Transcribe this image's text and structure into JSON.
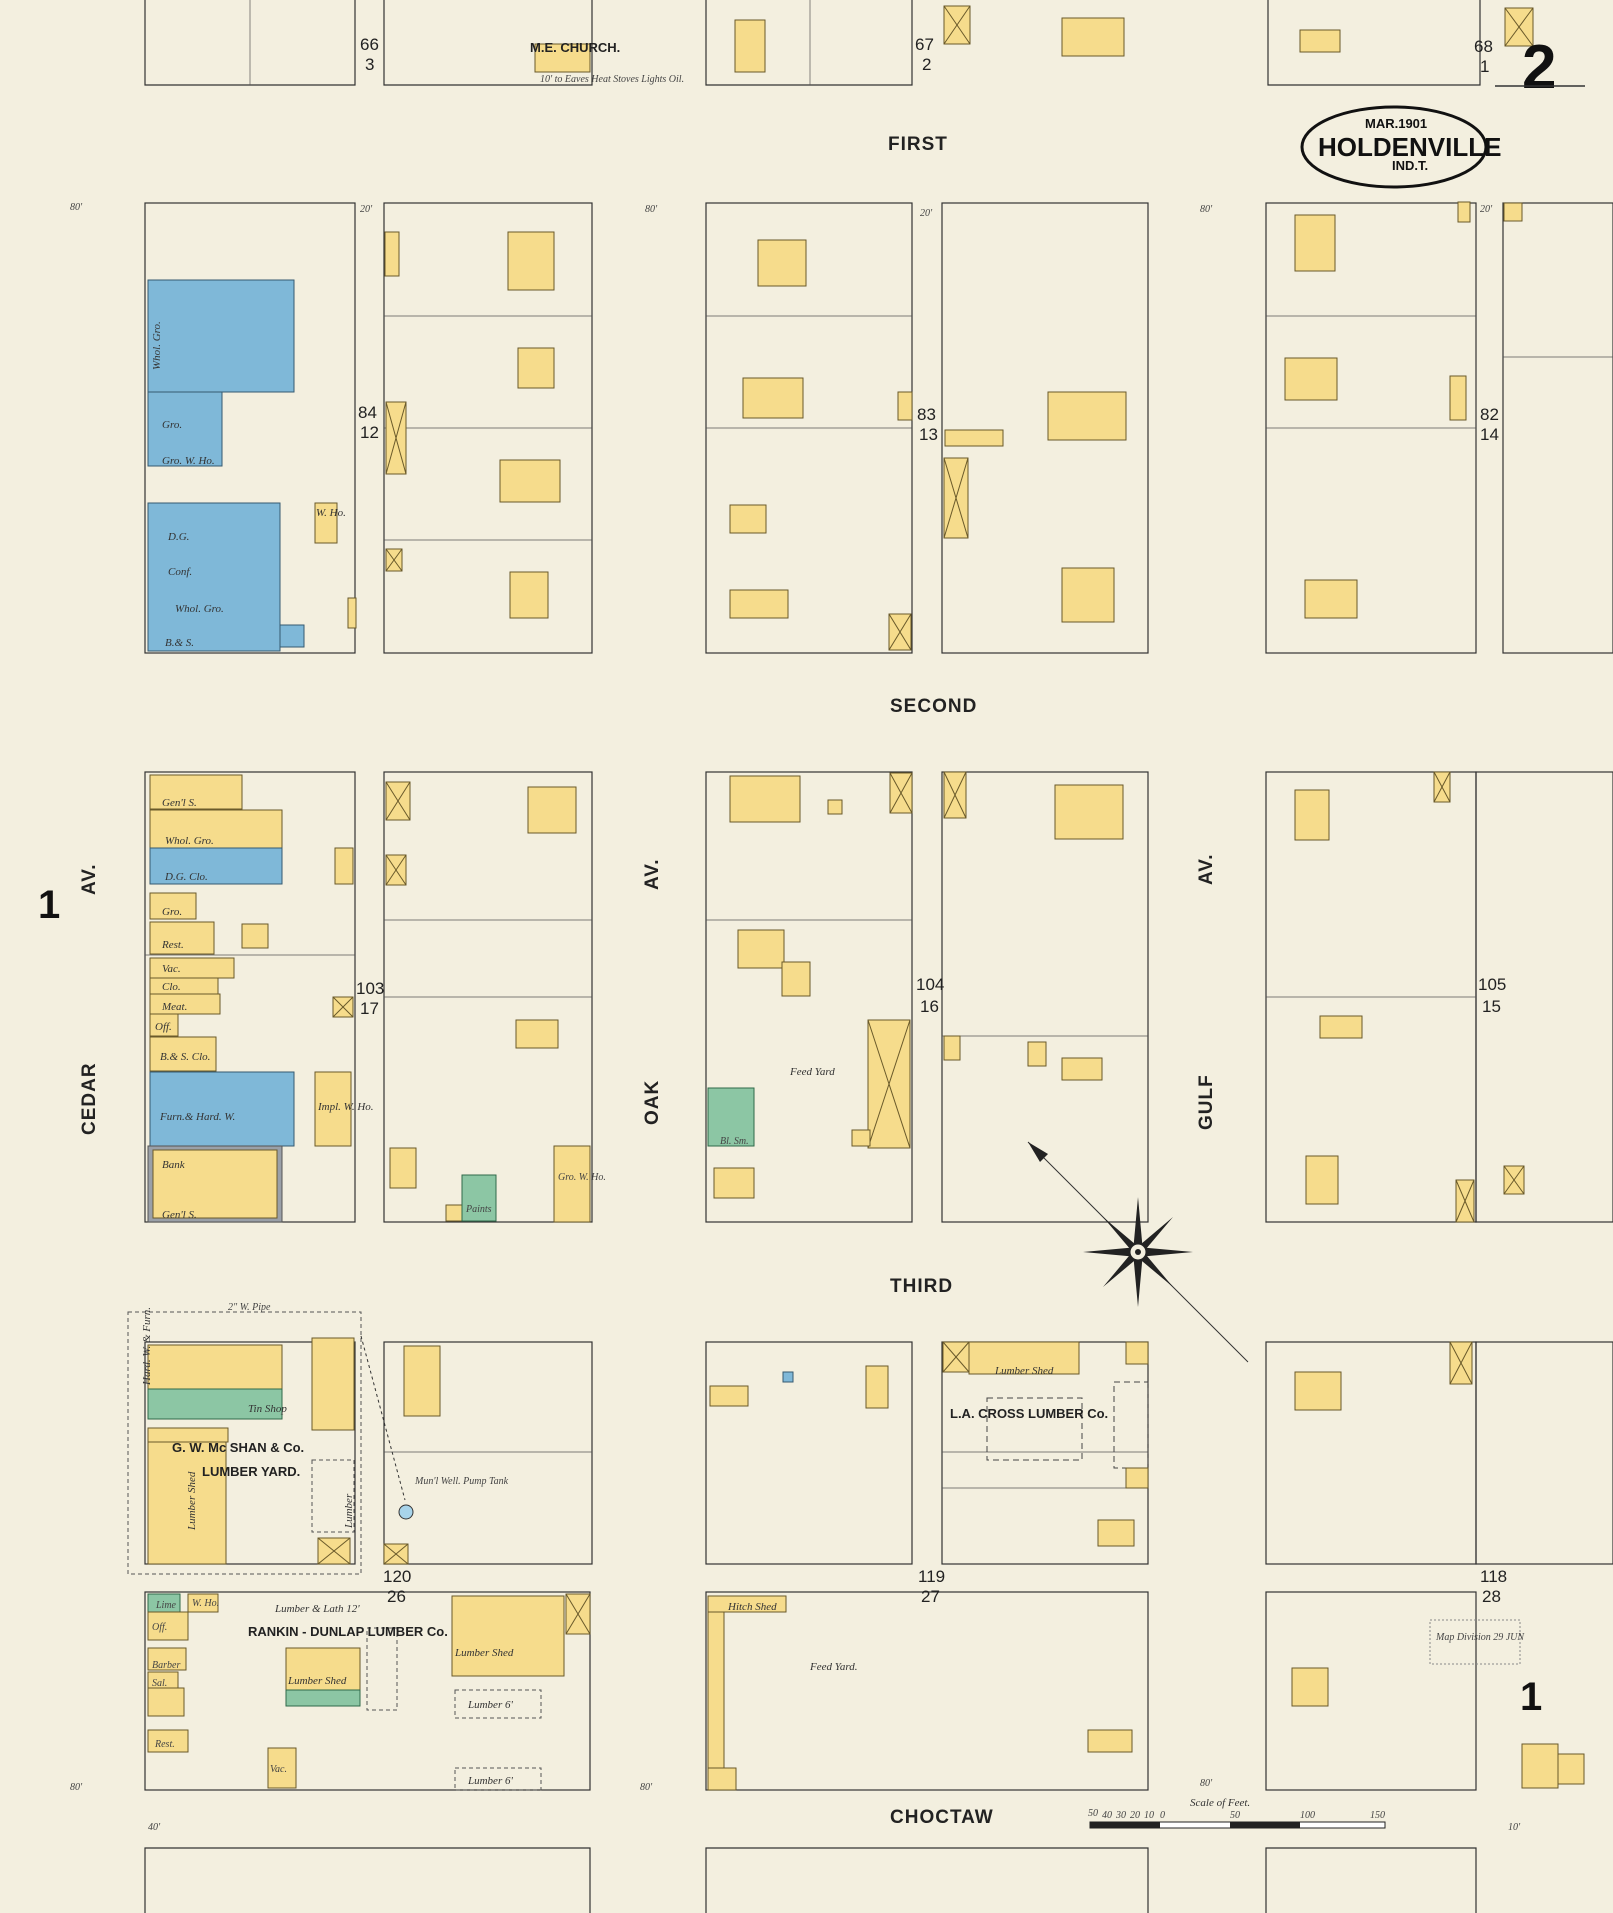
{
  "title_cartouche": {
    "date": "MAR.1901",
    "town": "HOLDENVILLE",
    "territory": "IND.T."
  },
  "sheet_number": "2",
  "streets": {
    "first": "FIRST",
    "second": "SECOND",
    "third": "THIRD",
    "choctaw": "CHOCTAW",
    "cedar": "CEDAR",
    "oak": "OAK",
    "gulf": "GULF",
    "av": "AV."
  },
  "block_numbers": {
    "b66": "66",
    "b66s": "3",
    "b67": "67",
    "b67s": "2",
    "b68": "68",
    "b68s": "1",
    "b84": "84",
    "b84s": "12",
    "b83": "83",
    "b83s": "13",
    "b82": "82",
    "b82s": "14",
    "b103": "103",
    "b103s": "17",
    "b104": "104",
    "b104s": "16",
    "b105": "105",
    "b105s": "15",
    "b120": "120",
    "b120s": "26",
    "b119": "119",
    "b119s": "27",
    "b118": "118",
    "b118s": "28"
  },
  "labels": {
    "church": "M.E. CHURCH.",
    "church_note": "10' to Eaves  Heat Stoves  Lights Oil.",
    "whol_gro": "Whol. Gro.",
    "gro": "Gro.",
    "gro_w_ho": "Gro. W. Ho.",
    "dg": "D.G.",
    "conf": "Conf.",
    "whol_gro2": "Whol. Gro.",
    "bs": "B.& S.",
    "w_ho": "W. Ho.",
    "genl_s": "Gen'l S.",
    "whol_gro3": "Whol. Gro.",
    "dg_clo": "D.G. Clo.",
    "gro2": "Gro.",
    "rest": "Rest.",
    "vac": "Vac.",
    "clo": "Clo.",
    "meat": "Meat.",
    "off": "Off.",
    "bs_clo": "B.& S. Clo.",
    "furn": "Furn.& Hard. W.",
    "impl": "Impl. W. Ho.",
    "bank": "Bank",
    "genl_s2": "Gen'l S.",
    "paints": "Paints",
    "gro_w_ho2": "Gro. W. Ho.",
    "bl_sm": "Bl. Sm.",
    "feed_yard": "Feed Yard",
    "mcshan": "G. W. Mc SHAN & Co.",
    "lumber_yard": "LUMBER YARD.",
    "hard_furn": "Hard. W. & Furn.",
    "tin_shop": "Tin Shop",
    "lumber_shed": "Lumber Shed",
    "lumber": "Lumber",
    "cross_lumber": "L.A. CROSS LUMBER Co.",
    "rankin": "RANKIN - DUNLAP LUMBER Co.",
    "lumber_lath": "Lumber & Lath 12'",
    "lumber_shed2": "Lumber Shed",
    "lumber_shed3": "Lumber Shed",
    "lumber6": "Lumber 6'",
    "lumber6b": "Lumber 6'",
    "feed_yard2": "Feed Yard.",
    "hitch_shed": "Hitch Shed",
    "lime": "Lime",
    "barber": "Barber",
    "sal": "Sal.",
    "rest2": "Rest.",
    "off2": "Off.",
    "w_ho2": "W. Ho.",
    "vac2": "Vac.",
    "well": "Mun'l Well. Pump  Tank",
    "pipe": "2\" W. Pipe",
    "stamp": "Map Division 29 JUN"
  },
  "scale": {
    "label": "Scale of Feet.",
    "ticks": [
      "50",
      "40",
      "30",
      "20",
      "10",
      "0",
      "50",
      "100",
      "150"
    ]
  },
  "dims": {
    "d80": "80'",
    "d20": "20'",
    "d10": "10'",
    "d40": "40'"
  },
  "side_marks": {
    "left": "1",
    "right": "1"
  }
}
